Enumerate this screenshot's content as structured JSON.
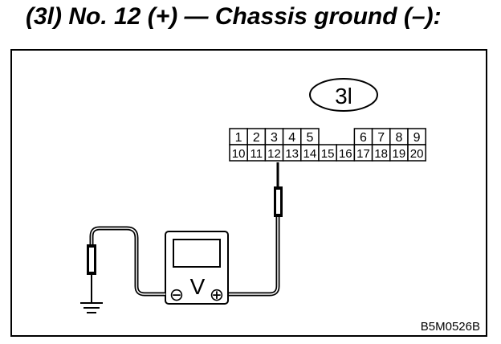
{
  "title": "(3l) No. 12 (+) — Chassis ground (–):",
  "connector": {
    "label": "3l",
    "top_row": [
      "1",
      "2",
      "3",
      "4",
      "5",
      "",
      "6",
      "7",
      "8",
      "9"
    ],
    "bottom_row": [
      "10",
      "11",
      "12",
      "13",
      "14",
      "15",
      "16",
      "17",
      "18",
      "19",
      "20"
    ]
  },
  "voltmeter": {
    "symbol": "V",
    "negative": "⊖",
    "positive": "⊕"
  },
  "figure_code": "B5M0526B"
}
